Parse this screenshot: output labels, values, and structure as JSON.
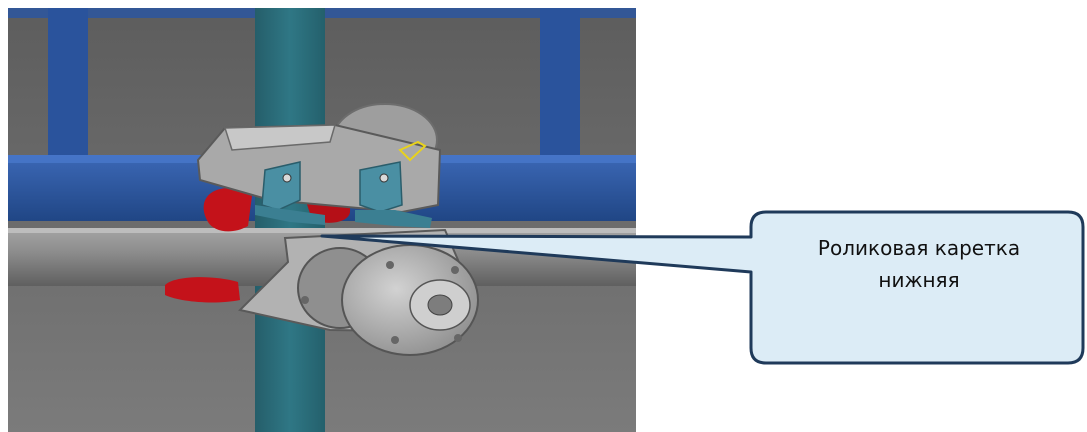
{
  "callout": {
    "line1": "Роликовая каретка",
    "line2": "нижняя"
  },
  "colors": {
    "background": "#6e6e6e",
    "frame_blue": "#2c56a0",
    "post_teal": "#2e6e7a",
    "carriage_gray": "#a9a9a9",
    "rail_gray": "#8f8f8f",
    "roller_red": "#c4121a",
    "bracket_teal": "#4a8fa3",
    "callout_fill": "#dcecf6",
    "callout_stroke": "#1f3a5a"
  },
  "icons": [
    "roller-carriage-3d-render"
  ]
}
